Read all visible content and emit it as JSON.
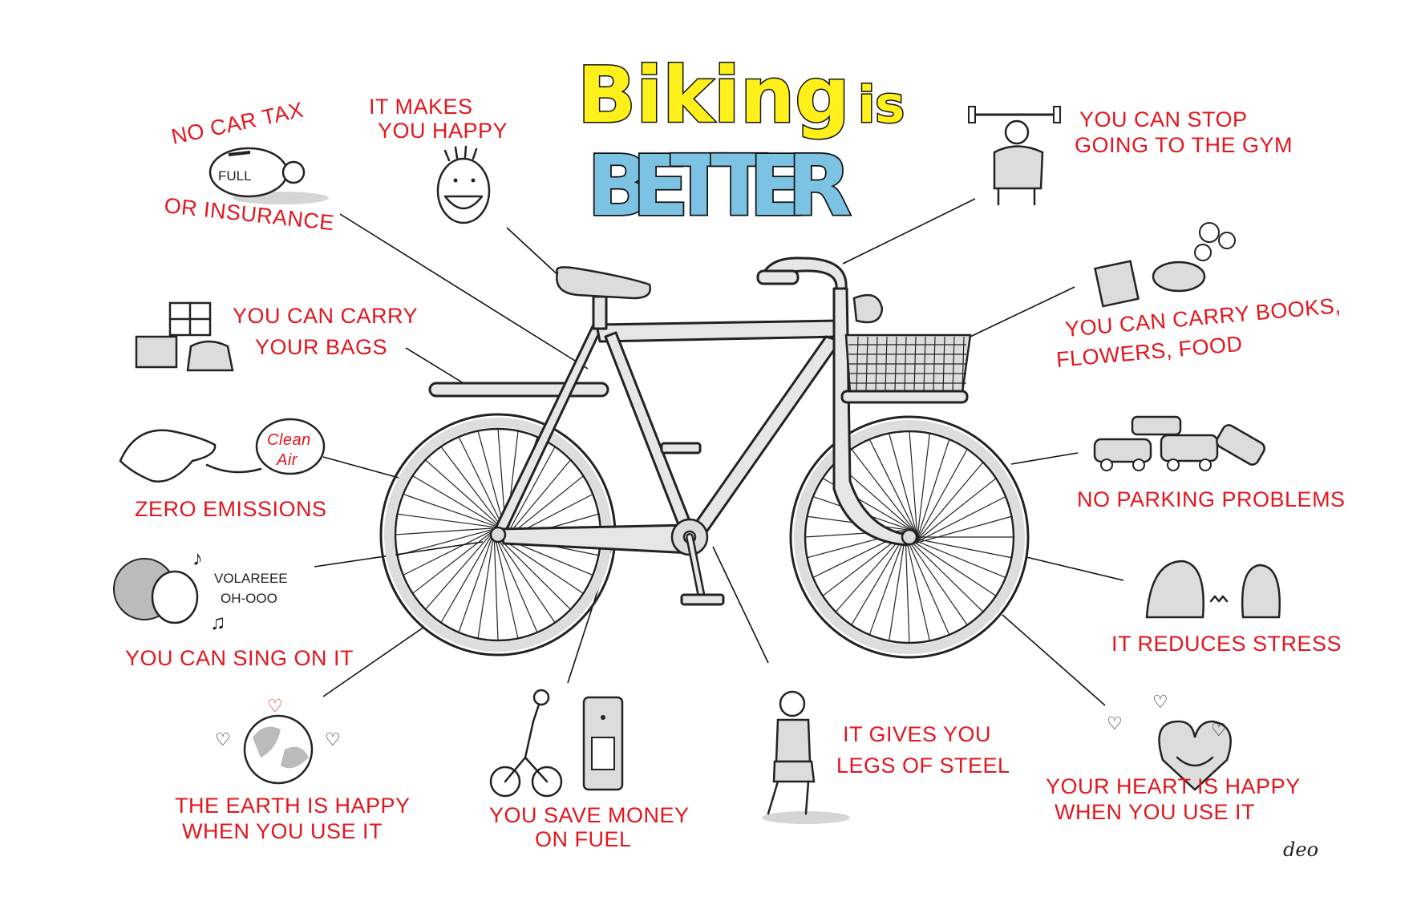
{
  "title": {
    "line1": "Biking",
    "line1b": "is",
    "line2": "BETTER"
  },
  "colors": {
    "label": "#e3161d",
    "title_yellow": "#ffef1a",
    "title_blue": "#7cc3e3",
    "frame": "#e6e6e6"
  },
  "benefits": {
    "car_tax": {
      "line1": "NO CAR TAX",
      "line2": "OR INSURANCE",
      "piggy_label": "FULL"
    },
    "happy": {
      "line1": "IT MAKES",
      "line2": "YOU HAPPY"
    },
    "gym": {
      "line1": "YOU CAN STOP",
      "line2": "GOING TO THE GYM"
    },
    "bags": {
      "line1": "YOU CAN CARRY",
      "line2": "YOUR BAGS"
    },
    "books": {
      "line1": "YOU CAN CARRY BOOKS,",
      "line2": "FLOWERS, FOOD"
    },
    "emissions": {
      "line1": "ZERO EMISSIONS",
      "cloud1": "Clean",
      "cloud2": "Air"
    },
    "parking": {
      "line1": "NO PARKING PROBLEMS"
    },
    "sing": {
      "line1": "YOU CAN SING ON IT",
      "song1": "VOLAREEE",
      "song2": "OH-OOO"
    },
    "stress": {
      "line1": "IT REDUCES STRESS"
    },
    "earth": {
      "line1": "THE EARTH IS HAPPY",
      "line2": "WHEN YOU USE IT"
    },
    "fuel": {
      "line1": "YOU SAVE MONEY",
      "line2": "ON FUEL"
    },
    "legs": {
      "line1": "IT GIVES YOU",
      "line2": "LEGS OF STEEL"
    },
    "heart": {
      "line1": "YOUR HEART IS HAPPY",
      "line2": "WHEN YOU USE IT"
    }
  },
  "signature": "deo"
}
